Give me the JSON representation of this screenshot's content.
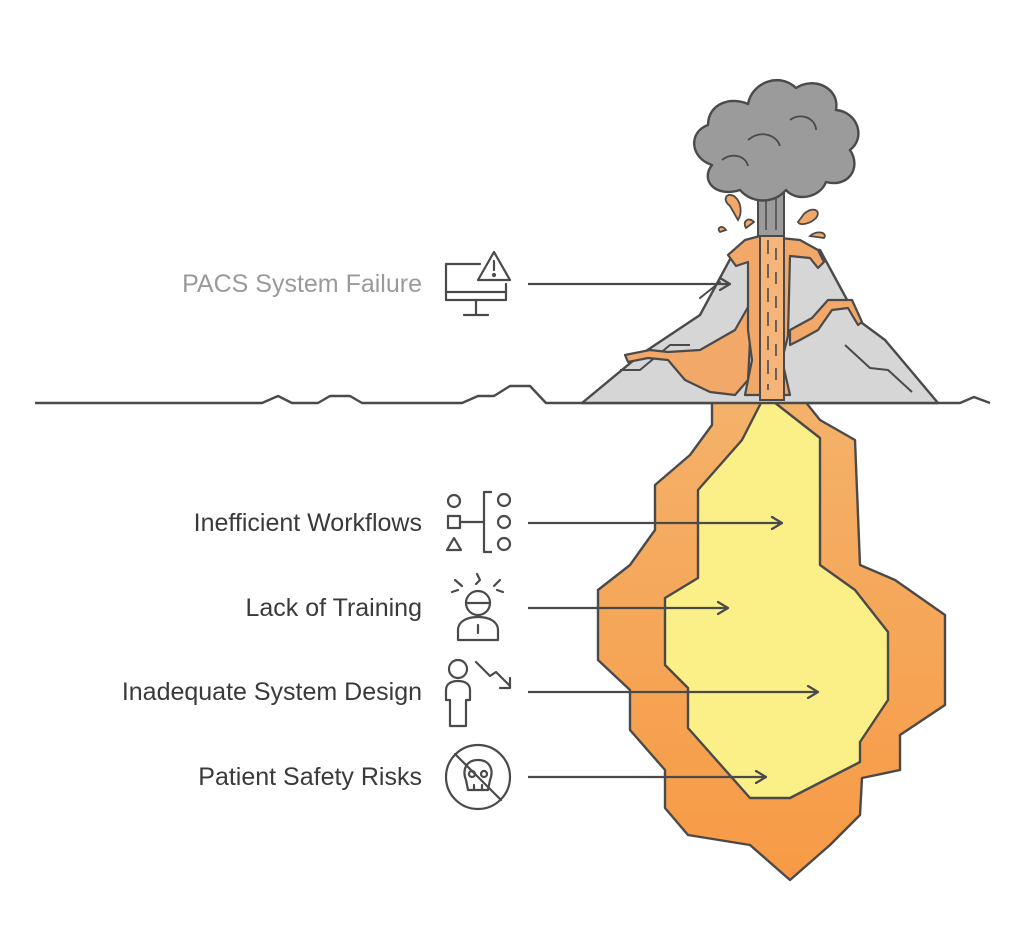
{
  "diagram": {
    "surface_label": "PACS System Failure",
    "underlying_labels": [
      "Inefficient Workflows",
      "Lack of Training",
      "Inadequate System Design",
      "Patient Safety Risks"
    ]
  },
  "icons": {
    "surface": "monitor-warning-icon",
    "underlying": [
      "workflow-shapes-icon",
      "stressed-person-icon",
      "person-decline-icon",
      "no-skull-icon"
    ]
  },
  "colors": {
    "text": "#3a3a3a",
    "muted_text": "#9a9a9a",
    "stroke": "#4a4a4a",
    "smoke": "#9b9b9b",
    "rock": "#d6d6d6",
    "magma_outer": "#f6a35a",
    "magma_inner": "#fbf08a",
    "lava": "#f0b27a"
  }
}
